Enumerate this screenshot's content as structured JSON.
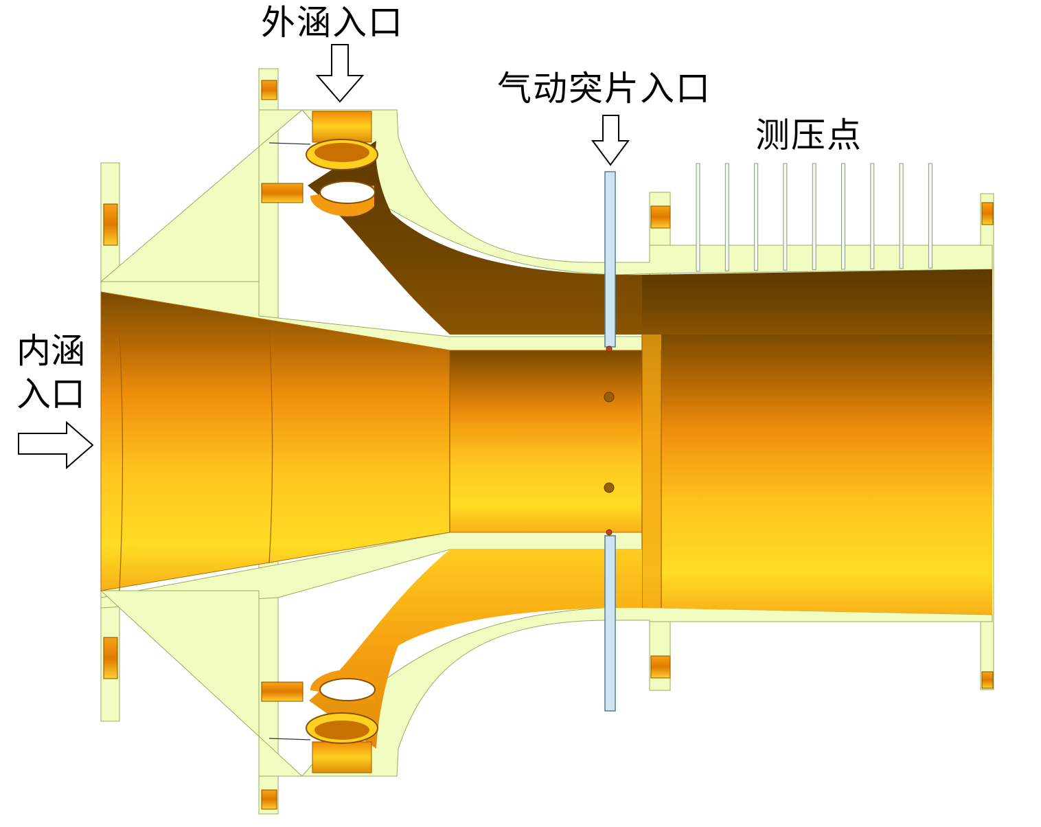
{
  "labels": {
    "outer_bypass_inlet": "外涵入口",
    "pneumatic_tab_inlet": "气动突片入口",
    "pressure_taps": "测压点",
    "inner_core_inlet": "内涵入口"
  },
  "colors": {
    "wall": "#f0fcc0",
    "wall_edge": "#8a9a50",
    "interior_dark": "#6a4000",
    "interior_light": "#ffd820",
    "interior_mid": "#f0980e",
    "tab_tube": "#cde5f0",
    "arrow": "#000000"
  },
  "pressure_tap_count": 9
}
